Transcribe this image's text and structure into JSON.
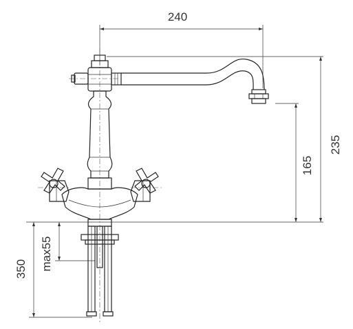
{
  "dimensions": {
    "spout_reach": "240",
    "total_height": "235",
    "spout_height": "165",
    "shank_length": "350",
    "max_deck_thickness": "max55"
  },
  "colors": {
    "line": "#222222",
    "text": "#333333",
    "background": "#ffffff"
  }
}
